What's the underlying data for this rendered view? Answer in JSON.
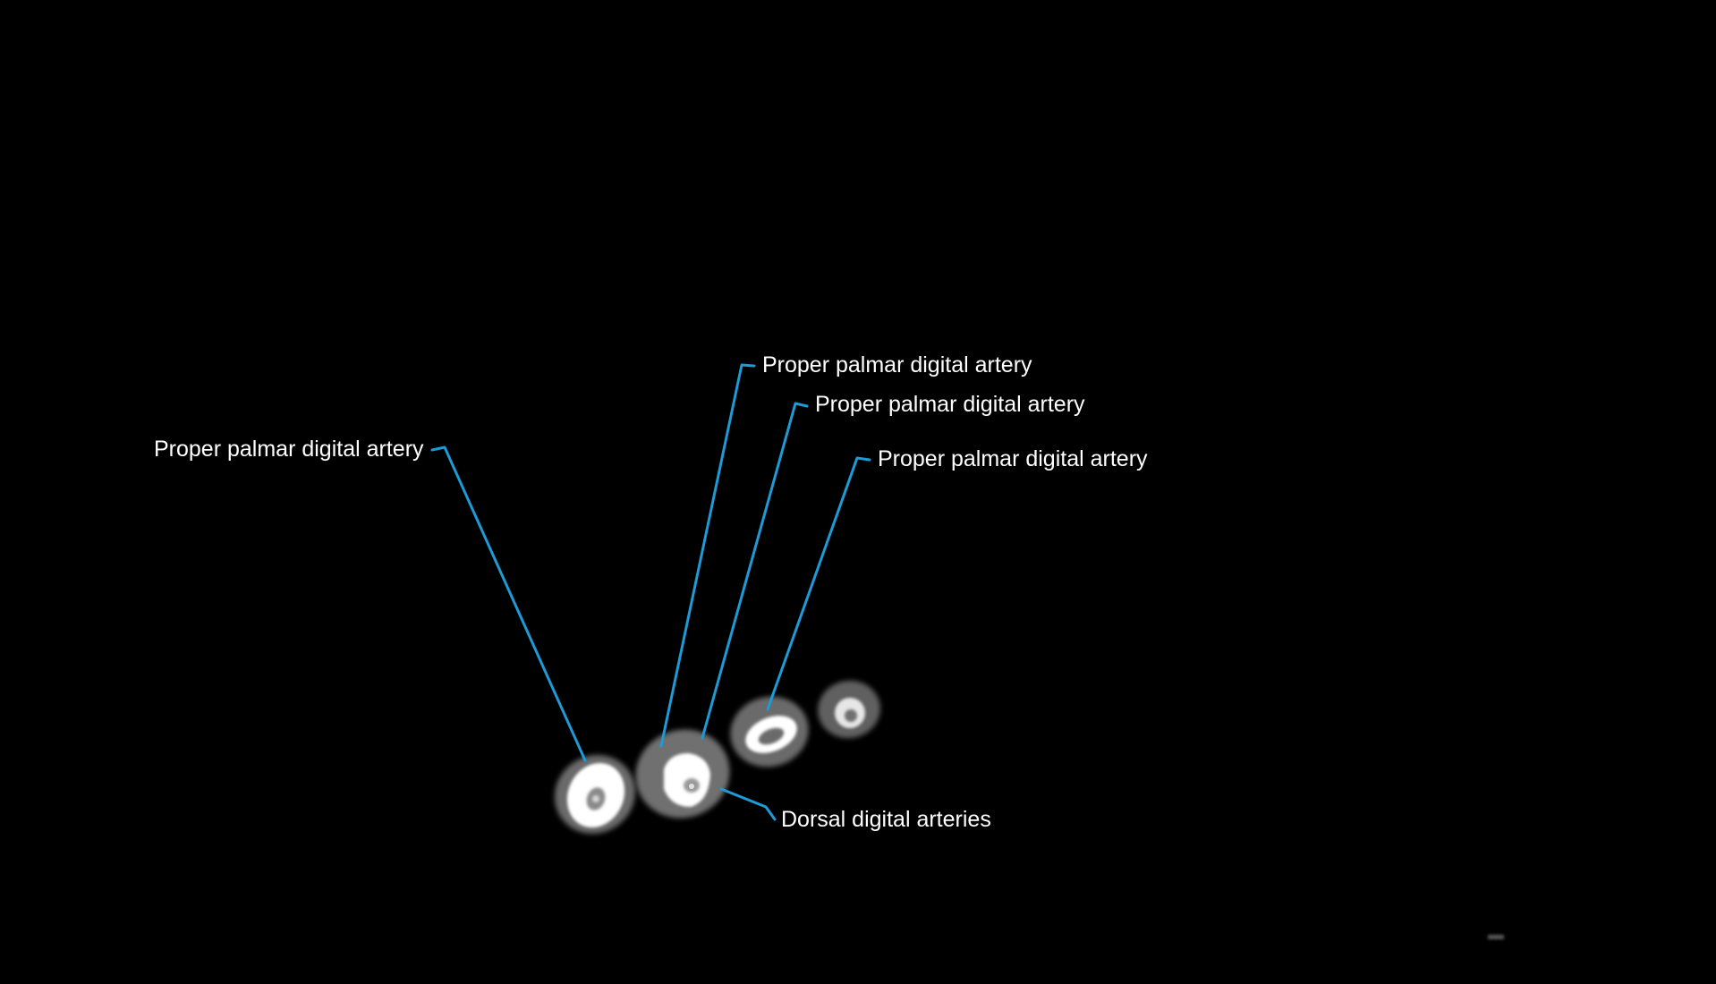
{
  "colors": {
    "background": "#000000",
    "leader_line": "#1e9ad6",
    "label_text": "#ffffff"
  },
  "labels": {
    "proper_palmar_1": "Proper palmar digital artery",
    "proper_palmar_2": "Proper palmar digital artery",
    "proper_palmar_3": "Proper palmar digital artery",
    "proper_palmar_4": "Proper palmar digital artery",
    "dorsal": "Dorsal digital arteries"
  }
}
